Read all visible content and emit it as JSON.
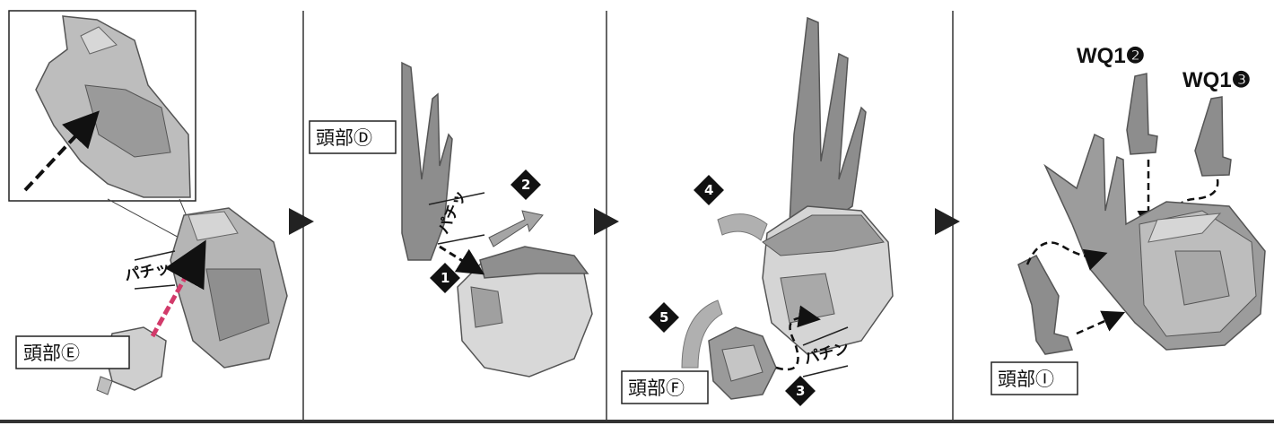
{
  "steps": [
    {
      "part_label": "頭部Ⓔ",
      "sound": "パチッ"
    },
    {
      "part_label": "頭部Ⓓ",
      "sound": "パチッ",
      "markers": [
        "1",
        "2"
      ]
    },
    {
      "part_label": "頭部Ⓕ",
      "sound": "パチン",
      "markers": [
        "3",
        "4",
        "5"
      ]
    },
    {
      "part_label": "頭部Ⓘ",
      "callouts": [
        "WQ1❷",
        "WQ1❸"
      ]
    }
  ],
  "colors": {
    "part_dark": "#8a8a8a",
    "part_mid": "#a9a9a9",
    "part_light": "#d2d2d2",
    "accent": "#d23a6a",
    "ink": "#111111"
  }
}
